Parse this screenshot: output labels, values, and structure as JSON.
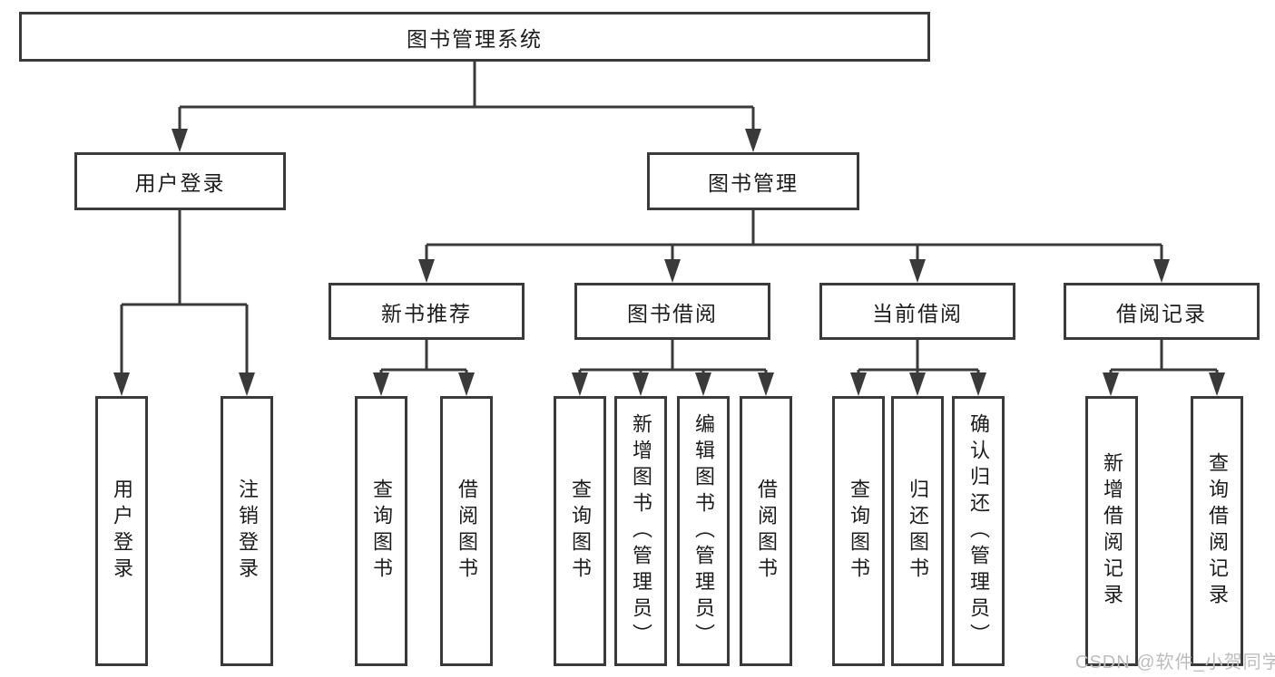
{
  "nodes": {
    "root": {
      "label": "图书管理系统"
    },
    "level2": [
      {
        "label": "用户登录"
      },
      {
        "label": "图书管理"
      }
    ],
    "level3": [
      {
        "label": "新书推荐"
      },
      {
        "label": "图书借阅"
      },
      {
        "label": "当前借阅"
      },
      {
        "label": "借阅记录"
      }
    ],
    "leaves_login": [
      {
        "label": "用户登录"
      },
      {
        "label": "注销登录"
      }
    ],
    "leaves_recommend": [
      {
        "label": "查询图书"
      },
      {
        "label": "借阅图书"
      }
    ],
    "leaves_borrow": [
      {
        "label": "查询图书"
      },
      {
        "label": "新增图书（管理员）"
      },
      {
        "label": "编辑图书（管理员）"
      },
      {
        "label": "借阅图书"
      }
    ],
    "leaves_current": [
      {
        "label": "查询图书"
      },
      {
        "label": "归还图书"
      },
      {
        "label": "确认归还（管理员）"
      }
    ],
    "leaves_records": [
      {
        "label": "新增借阅记录"
      },
      {
        "label": "查询借阅记录"
      }
    ]
  },
  "watermark": "CSDN @软件_小贺同学",
  "colors": {
    "line": "#3a3a3a",
    "text": "#1c1c1c",
    "box_background": "#ffffff",
    "watermark": "#bdbdbd",
    "background": "#ffffff"
  }
}
